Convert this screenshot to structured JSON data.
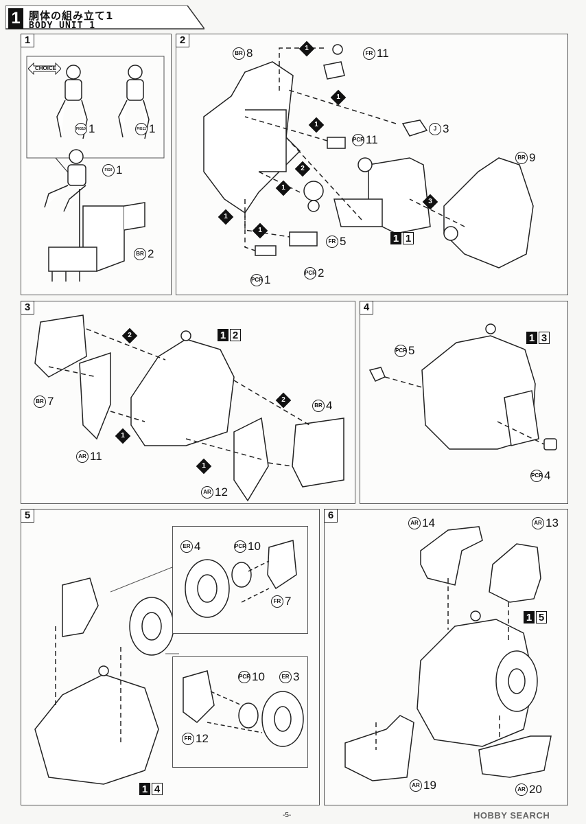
{
  "header": {
    "section_number": "1",
    "title_jp": "胴体の組み立て1",
    "title_en": "BODY UNIT 1"
  },
  "choice_label": "CHOICE",
  "panels": [
    {
      "number": "1",
      "sub_assembly": []
    },
    {
      "number": "2",
      "sub_assembly": [
        "1",
        "1"
      ]
    },
    {
      "number": "3",
      "sub_assembly": [
        "1",
        "2"
      ]
    },
    {
      "number": "4",
      "sub_assembly": [
        "1",
        "3"
      ]
    },
    {
      "number": "5",
      "sub_assembly": [
        "1",
        "4"
      ]
    },
    {
      "number": "6",
      "sub_assembly": [
        "1",
        "5"
      ]
    }
  ],
  "part_labels": {
    "p1_fig10": {
      "code": "FIG10",
      "num": "1"
    },
    "p1_fig11": {
      "code": "FIG11",
      "num": "1"
    },
    "p1_fig9": {
      "code": "FIG9",
      "num": "1"
    },
    "p1_br2": {
      "code": "BR",
      "num": "2"
    },
    "p2_br8": {
      "code": "BR",
      "num": "8"
    },
    "p2_fr11": {
      "code": "FR",
      "num": "11"
    },
    "p2_j3": {
      "code": "J",
      "num": "3"
    },
    "p2_pcr11": {
      "code": "PCR",
      "num": "11"
    },
    "p2_br9": {
      "code": "BR",
      "num": "9"
    },
    "p2_fr5": {
      "code": "FR",
      "num": "5"
    },
    "p2_pcr1": {
      "code": "PCR",
      "num": "1"
    },
    "p2_pcr2": {
      "code": "PCR",
      "num": "2"
    },
    "p3_br7": {
      "code": "BR",
      "num": "7"
    },
    "p3_ar11": {
      "code": "AR",
      "num": "11"
    },
    "p3_br4": {
      "code": "BR",
      "num": "4"
    },
    "p3_ar12": {
      "code": "AR",
      "num": "12"
    },
    "p4_pcr5": {
      "code": "PCR",
      "num": "5"
    },
    "p4_pcr4": {
      "code": "PCR",
      "num": "4"
    },
    "p5_er4": {
      "code": "ER",
      "num": "4"
    },
    "p5_pcr10a": {
      "code": "PCR",
      "num": "10"
    },
    "p5_fr7": {
      "code": "FR",
      "num": "7"
    },
    "p5_pcr10b": {
      "code": "PCR",
      "num": "10"
    },
    "p5_er3": {
      "code": "ER",
      "num": "3"
    },
    "p5_fr12": {
      "code": "FR",
      "num": "12"
    },
    "p6_ar14": {
      "code": "AR",
      "num": "14"
    },
    "p6_ar13": {
      "code": "AR",
      "num": "13"
    },
    "p6_ar19": {
      "code": "AR",
      "num": "19"
    },
    "p6_ar20": {
      "code": "AR",
      "num": "20"
    }
  },
  "step_markers": {
    "p2_a": "1",
    "p2_b": "1",
    "p2_c": "1",
    "p2_d": "2",
    "p2_e": "1",
    "p2_f": "1",
    "p2_g": "1",
    "p2_h": "3",
    "p3_a": "2",
    "p3_b": "1",
    "p3_c": "2",
    "p3_d": "1"
  },
  "footer": {
    "page": "-5-",
    "watermark": "HOBBY SEARCH"
  },
  "colors": {
    "ink": "#111111",
    "paper": "#fcfcfb",
    "frame": "#555555"
  }
}
